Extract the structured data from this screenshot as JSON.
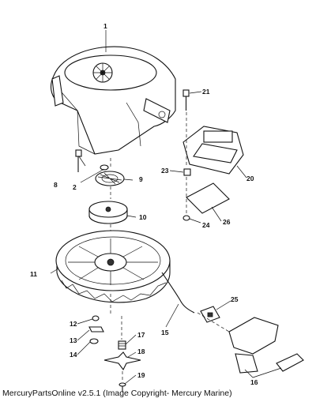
{
  "diagram": {
    "callouts": [
      "1",
      "2",
      "8",
      "9",
      "10",
      "11",
      "12",
      "13",
      "14",
      "15",
      "16",
      "17",
      "18",
      "19",
      "20",
      "21",
      "23",
      "24",
      "25",
      "26"
    ]
  },
  "footer": {
    "text": "MercuryPartsOnline v2.5.1 (Image Copyright- Mercury Marine)"
  }
}
